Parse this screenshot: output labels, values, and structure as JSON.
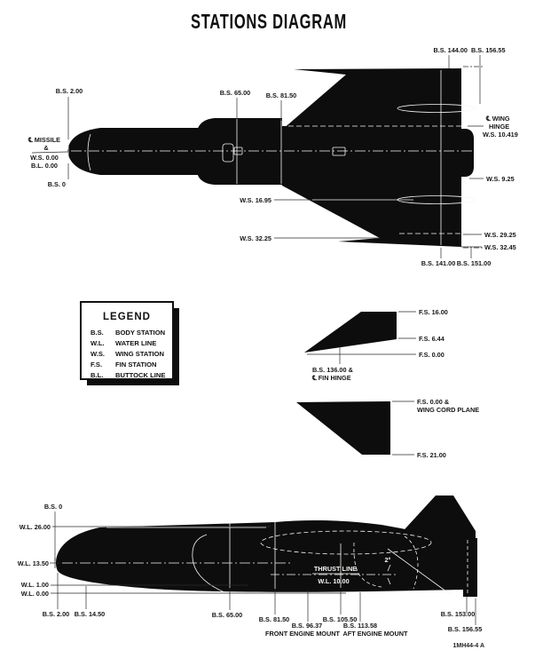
{
  "title": "STATIONS DIAGRAM",
  "figure_code": "1MH44-4 A",
  "colors": {
    "ink": "#161616",
    "paper": "#ffffff",
    "silhouette": "#0d0d0d"
  },
  "legend": {
    "title": "LEGEND",
    "items": [
      {
        "abbr": "B.S.",
        "label": "BODY STATION"
      },
      {
        "abbr": "W.L.",
        "label": "WATER LINE"
      },
      {
        "abbr": "W.S.",
        "label": "WING STATION"
      },
      {
        "abbr": "F.S.",
        "label": "FIN STATION"
      },
      {
        "abbr": "B.L.",
        "label": "BUTTOCK LINE"
      }
    ]
  },
  "plan_view": {
    "bs_2_00": "B.S. 2.00",
    "bs_0": "B.S. 0",
    "missile_cl_line1": "℄ MISSILE",
    "missile_cl_line2": "&",
    "missile_cl_line3": "W.S. 0.00",
    "missile_cl_line4": "B.L. 0.00",
    "bs_65_00": "B.S. 65.00",
    "bs_81_50": "B.S. 81.50",
    "bs_144_00": "B.S. 144.00",
    "bs_156_55": "B.S. 156.55",
    "wing_hinge_line1": "℄ WING",
    "wing_hinge_line2": "HINGE",
    "wing_hinge_line3": "W.S. 10.419",
    "ws_9_25": "W.S. 9.25",
    "ws_29_25": "W.S. 29.25",
    "ws_32_45": "W.S. 32.45",
    "bs_141_00": "B.S. 141.00",
    "bs_151_00": "B.S. 151.00",
    "ws_16_95": "W.S. 16.95",
    "ws_32_25": "W.S. 32.25"
  },
  "fin_view": {
    "fs_16_00": "F.S. 16.00",
    "fs_6_44": "F.S. 6.44",
    "fs_0_00": "F.S. 0.00",
    "hinge_line1": "B.S. 136.00 &",
    "hinge_line2": "℄ FIN HINGE"
  },
  "wing_section_view": {
    "fs_0_00_line1": "F.S. 0.00 &",
    "fs_0_00_line2": "WING CORD PLANE",
    "fs_21_00": "F.S. 21.00"
  },
  "side_view": {
    "bs_0": "B.S. 0",
    "wl_26_00": "W.L. 26.00",
    "wl_13_50": "W.L. 13.50",
    "wl_1_00": "W.L. 1.00",
    "wl_0_00": "W.L. 0.00",
    "bs_2_00": "B.S. 2.00",
    "bs_14_50": "B.S. 14.50",
    "bs_65_00": "B.S. 65.00",
    "bs_81_50": "B.S. 81.50",
    "bs_96_37": "B.S. 96.37",
    "front_engine_mount": "FRONT ENGINE MOUNT",
    "bs_105_50": "B.S. 105.50",
    "bs_113_58": "B.S. 113.58",
    "aft_engine_mount": "AFT ENGINE MOUNT",
    "bs_153_00": "B.S. 153.00",
    "bs_156_55": "B.S. 156.55",
    "thrust_line": "THRUST LINE",
    "wl_10_00": "W.L. 10.00",
    "incidence_angle": "2°"
  }
}
